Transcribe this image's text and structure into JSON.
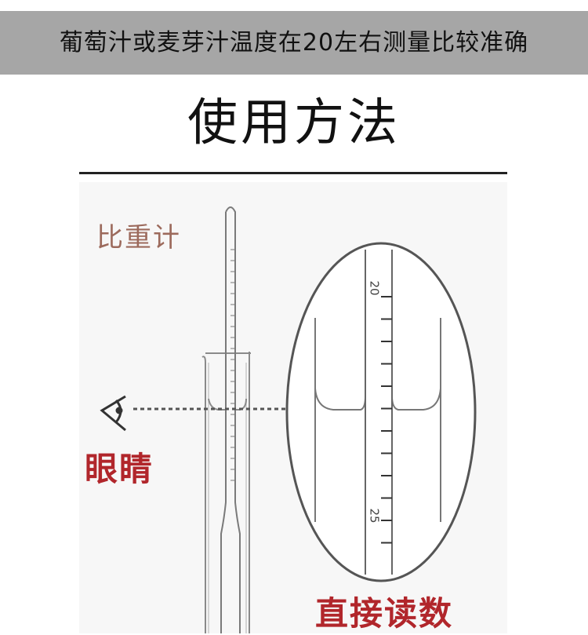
{
  "banner": {
    "text": "葡萄汁或麦芽汁温度在20左右测量比较准确",
    "bg_color": "#a6a6a6"
  },
  "title": {
    "text": "使用方法"
  },
  "labels": {
    "hydrometer": "比重计",
    "eye": "眼睛",
    "read_directly": "直接读数"
  },
  "scale_labels": [
    "20",
    "25"
  ],
  "colors": {
    "eye_label": "#b1262b",
    "read_label": "#b1262b",
    "hydrometer_label": "#9c6a5c"
  },
  "icons": {
    "eye": "eye-icon"
  }
}
